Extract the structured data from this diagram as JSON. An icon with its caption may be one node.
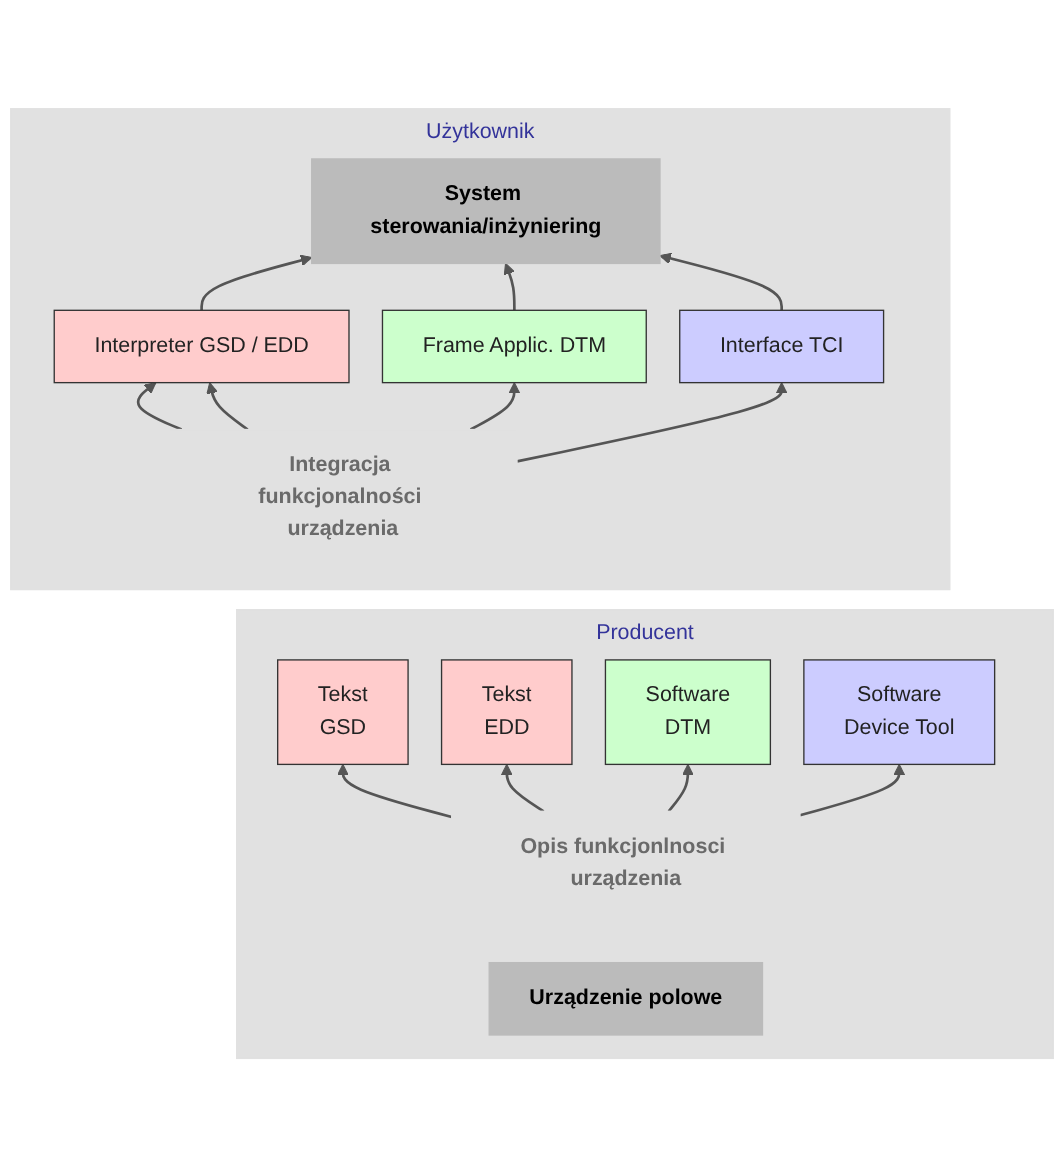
{
  "diagram": {
    "nodes": [
      {
        "text": [
          "Użytkownik"
        ]
      },
      {
        "text": [
          "System sterowania/inżyniering"
        ],
        "in": 0
      },
      {
        "text": [
          "Interpreter GSD / EDD"
        ],
        "in": 0
      },
      {
        "text": [
          "Frame Applic. DTM"
        ],
        "in": 0
      },
      {
        "text": [
          "Interface TCI"
        ],
        "in": 0
      },
      {
        "text": [
          "Integracja funkcjonalności urządzenia"
        ],
        "in": 0
      },
      {
        "text": [
          "Producent"
        ]
      },
      {
        "text": [
          "Tekst",
          "GSD"
        ],
        "in": 6
      },
      {
        "text": [
          "Tekst",
          "EDD"
        ],
        "in": 6
      },
      {
        "text": [
          "Software",
          "DTM"
        ],
        "in": 6
      },
      {
        "text": [
          "Software",
          "Device Tool"
        ],
        "in": 6
      },
      {
        "text": [
          "Opis funkcjonlnosci urządzenia"
        ],
        "in": 6
      },
      {
        "text": [
          "Urządzenie polowe"
        ],
        "in": 6
      }
    ],
    "edges": [
      {
        "from": 2,
        "to": 1,
        "arrow": "to"
      },
      {
        "from": 3,
        "to": 1,
        "arrow": "to"
      },
      {
        "from": 4,
        "to": 1,
        "arrow": "to"
      },
      {
        "from": 5,
        "to": 2,
        "arrow": "to"
      },
      {
        "from": 5,
        "to": 2,
        "arrow": "to"
      },
      {
        "from": 5,
        "to": 3,
        "arrow": "to"
      },
      {
        "from": 5,
        "to": 4,
        "arrow": "to"
      },
      {
        "from": 11,
        "to": 7,
        "arrow": "to"
      },
      {
        "from": 11,
        "to": 8,
        "arrow": "to"
      },
      {
        "from": 11,
        "to": 9,
        "arrow": "to"
      },
      {
        "from": 11,
        "to": 10,
        "arrow": "to"
      }
    ]
  }
}
